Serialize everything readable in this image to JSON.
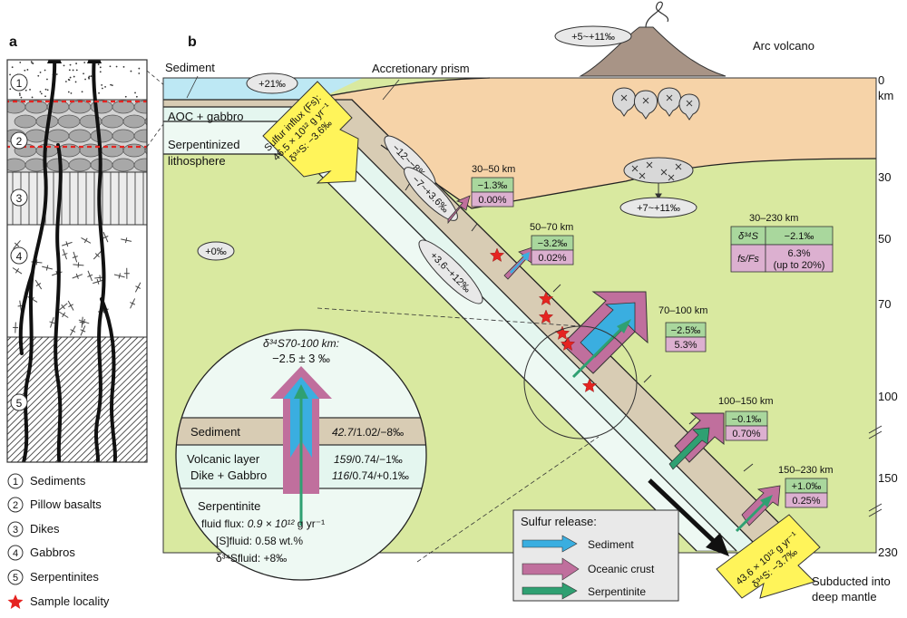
{
  "panels": {
    "a": "a",
    "b": "b"
  },
  "colors": {
    "sky": "#bde8f4",
    "prism": "#f6d3a8",
    "mantle": "#d9e9a0",
    "slab": "#e4f6ef",
    "sediment": "#d8ccb4",
    "sediment_arrow": "#3aaee0",
    "crust_arrow": "#c06f9d",
    "serp_arrow": "#2fa072",
    "green_box": "#a9d79d",
    "pink_box": "#dcb0d0",
    "yellow": "#fff45a",
    "star": "#e52421"
  },
  "column": {
    "layers": [
      {
        "num": "1",
        "name": "Sediments"
      },
      {
        "num": "2",
        "name": "Pillow basalts"
      },
      {
        "num": "3",
        "name": "Dikes"
      },
      {
        "num": "4",
        "name": "Gabbros"
      },
      {
        "num": "5",
        "name": "Serpentinites"
      }
    ],
    "sample_label": "Sample locality"
  },
  "section": {
    "labels": {
      "sediment": "Sediment",
      "aoc": "AOC + gabbro",
      "serp1": "Serpentinized",
      "serp2": "lithosphere",
      "prism": "Accretionary prism",
      "volcano": "Arc volcano"
    },
    "ovals": {
      "sed": "+21‰",
      "arc": "+5~+11‰",
      "magma": "+7~+11‰",
      "mantle": "+0‰",
      "slab1": "−12~−8‰",
      "slab2": "−7~+3.6‰",
      "slab3": "+3.6~+12‰"
    },
    "depth": {
      "unit": "km",
      "ticks": [
        "0",
        "30",
        "50",
        "70",
        "100",
        "150",
        "230"
      ]
    },
    "influx": {
      "line1": "Sulfur influx (Fs):",
      "line2": "46.5 × 10¹² g yr⁻¹",
      "line3": "δ³⁴S: −3.6‰"
    },
    "outflux": {
      "line1": "43.6 × 10¹² g yr⁻¹",
      "line2": "δ³⁴S: −3.7‰"
    },
    "subducted": [
      "Subducted into",
      "deep mantle"
    ],
    "release_boxes": [
      {
        "range": "30–50 km",
        "d34": "−1.3‰",
        "frac": "0.00%"
      },
      {
        "range": "50–70 km",
        "d34": "−3.2‰",
        "frac": "0.02%"
      },
      {
        "range": "70–100 km",
        "d34": "−2.5‰",
        "frac": "5.3%"
      },
      {
        "range": "100–150 km",
        "d34": "−0.1‰",
        "frac": "0.70%"
      },
      {
        "range": "150–230 km",
        "d34": "+1.0‰",
        "frac": "0.25%"
      }
    ],
    "summary": {
      "range": "30–230 km",
      "d34_label": "δ³⁴S",
      "d34_value": "−2.1‰",
      "ratio_label": "fs/Fs",
      "ratio_value": "6.3%",
      "ratio_note": "(up to 20%)"
    }
  },
  "inset": {
    "title": "δ³⁴S70-100 km:",
    "value": "−2.5 ± 3 ‰",
    "sediment": {
      "label": "Sediment",
      "num": "42.7",
      "rest": "/1.02/−8‰"
    },
    "volcanic": {
      "label": "Volcanic layer",
      "num": "159",
      "rest": "/0.74/−1‰"
    },
    "dike": {
      "label": "Dike + Gabbro",
      "num": "116",
      "rest": "/0.74/+0.1‰"
    },
    "serp": {
      "label": "Serpentinite",
      "flux_label": "fluid flux: ",
      "flux_value": "0.9 × 10¹²",
      "flux_unit": " g yr⁻¹",
      "sfluid": "[S]fluid: 0.58 wt.%",
      "dfluid": "δ³⁴Sfluid: +8‰"
    }
  },
  "legend": {
    "title": "Sulfur release:",
    "items": [
      "Sediment",
      "Oceanic crust",
      "Serpentinite"
    ]
  }
}
